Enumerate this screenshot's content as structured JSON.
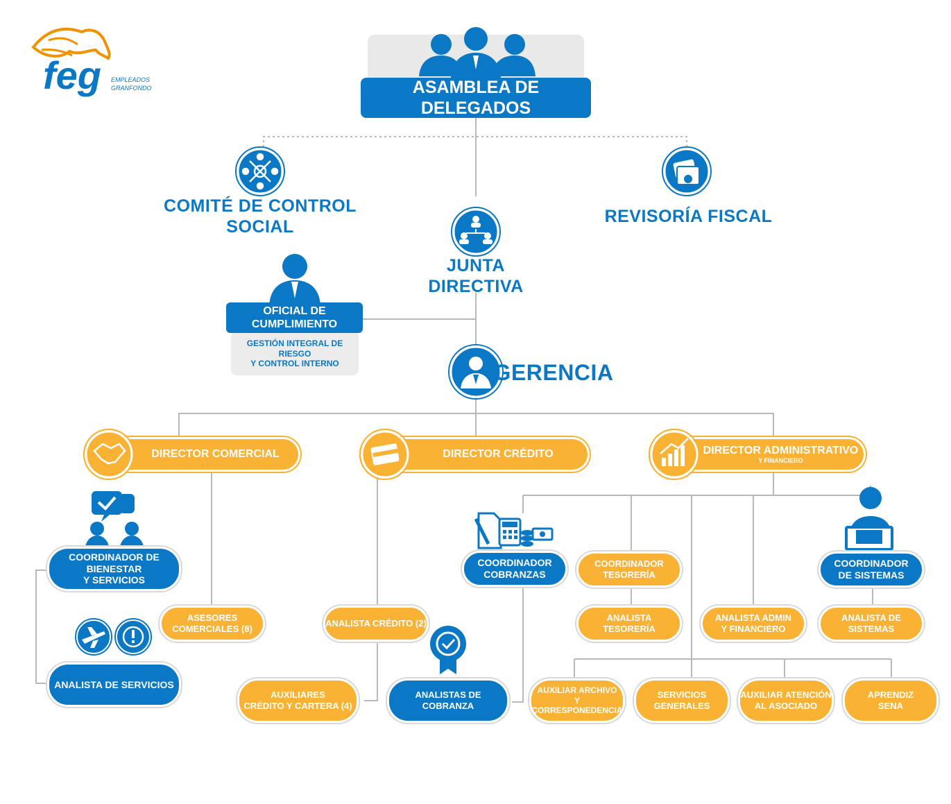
{
  "logo": {
    "brand": "feg",
    "line1": "EMPLEADOS",
    "line2": "GRANFONDO"
  },
  "colors": {
    "blue": "#0a78c4",
    "yellow": "#f9b233",
    "grey": "#b8b8b8",
    "orange_logo": "#f39200"
  },
  "nodes": {
    "asamblea": "ASAMBLEA DE DELEGADOS",
    "comite": "COMITÉ DE CONTROL SOCIAL",
    "revisoria": "REVISORÍA FISCAL",
    "junta": "JUNTA DIRECTIVA",
    "oficial": "OFICIAL DE CUMPLIMIENTO",
    "gestion_1": "GESTIÓN INTEGRAL DE RIESGO",
    "gestion_2": "Y  CONTROL INTERNO",
    "gerencia": "GERENCIA",
    "dir_comercial": "DIRECTOR COMERCIAL",
    "dir_credito": "DIRECTOR CRÉDITO",
    "dir_admin": "DIRECTOR ADMINISTRATIVO",
    "dir_admin_sub": "Y FINANCIERO",
    "coord_bienestar_1": "COORDINADOR DE BIENESTAR",
    "coord_bienestar_2": "Y SERVICIOS",
    "analista_servicios": "ANALISTA DE SERVICIOS",
    "asesores_1": "ASESORES",
    "asesores_2": "COMERCIALES (8)",
    "analista_credito": "ANALISTA CRÉDITO (2)",
    "auxiliares_1": "AUXILIARES",
    "auxiliares_2": "CRÉDITO Y CARTERA  (4)",
    "analistas_cobranza": "ANALISTAS DE COBRANZA",
    "coord_cobranzas_1": "COORDINADOR",
    "coord_cobranzas_2": "COBRANZAS",
    "coord_tesoreria_1": "COORDINADOR",
    "coord_tesoreria_2": "TESORERÍA",
    "analista_tesoreria_1": "ANALISTA",
    "analista_tesoreria_2": "TESORERÍA",
    "analista_admin_1": "ANALISTA ADMIN",
    "analista_admin_2": "Y FINANCIERO",
    "coord_sistemas_1": "COORDINADOR",
    "coord_sistemas_2": "DE SISTEMAS",
    "analista_sistemas_1": "ANALISTA DE",
    "analista_sistemas_2": "SISTEMAS",
    "aux_archivo_1": "AUXILIAR ARCHIVO",
    "aux_archivo_2": "Y CORRESPONEDENCIA",
    "servicios_1": "SERVICIOS",
    "servicios_2": "GENERALES",
    "aux_atencion_1": "AUXILIAR ATENCIÓN",
    "aux_atencion_2": "AL ASOCIADO",
    "aprendiz_1": "APRENDIZ",
    "aprendiz_2": "SENA"
  },
  "icons": {
    "asamblea": "group-people-icon",
    "comite": "network-icon",
    "revisoria": "money-card-icon",
    "junta": "hierarchy-icon",
    "oficial": "businessman-icon",
    "gerencia": "manager-icon",
    "comercial": "handshake-icon",
    "credito": "credit-card-icon",
    "admin": "growth-chart-icon",
    "bienestar": "chat-people-icon",
    "servicios_plane": "airplane-icon",
    "servicios_phone": "phone-icon",
    "cobranzas": "calculator-money-icon",
    "cobranza_badge": "badge-check-icon",
    "sistemas": "computer-user-icon"
  }
}
